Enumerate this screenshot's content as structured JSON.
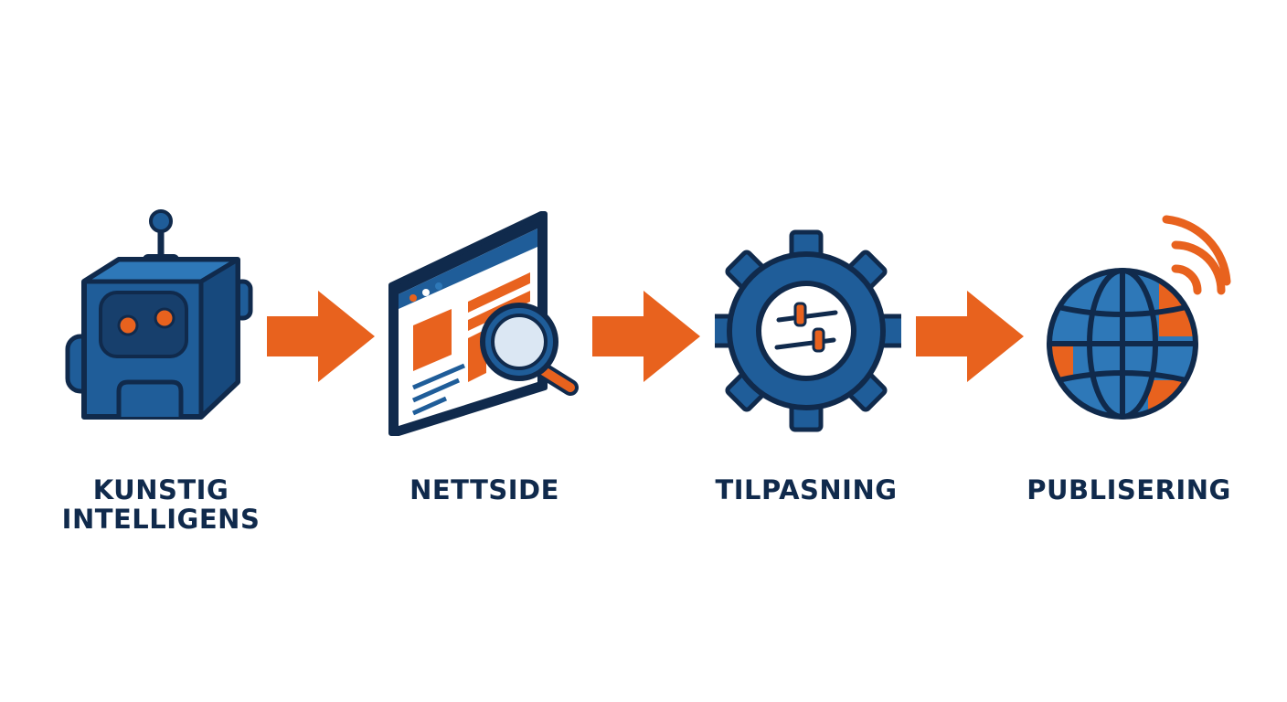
{
  "colors": {
    "navy": "#102a4c",
    "blue": "#1f5d99",
    "mid_blue": "#2e78b8",
    "orange": "#e8621e",
    "light": "#eef2f6"
  },
  "steps": [
    {
      "icon": "robot-icon",
      "label_lines": [
        "KUNSTIG",
        "INTELLIGENS"
      ]
    },
    {
      "icon": "webpage-search-icon",
      "label_lines": [
        "NETTSIDE"
      ]
    },
    {
      "icon": "gear-sliders-icon",
      "label_lines": [
        "TILPASNING"
      ]
    },
    {
      "icon": "globe-broadcast-icon",
      "label_lines": [
        "PUBLISERING"
      ]
    }
  ],
  "arrows": [
    "arrow-right-icon",
    "arrow-right-icon",
    "arrow-right-icon"
  ]
}
